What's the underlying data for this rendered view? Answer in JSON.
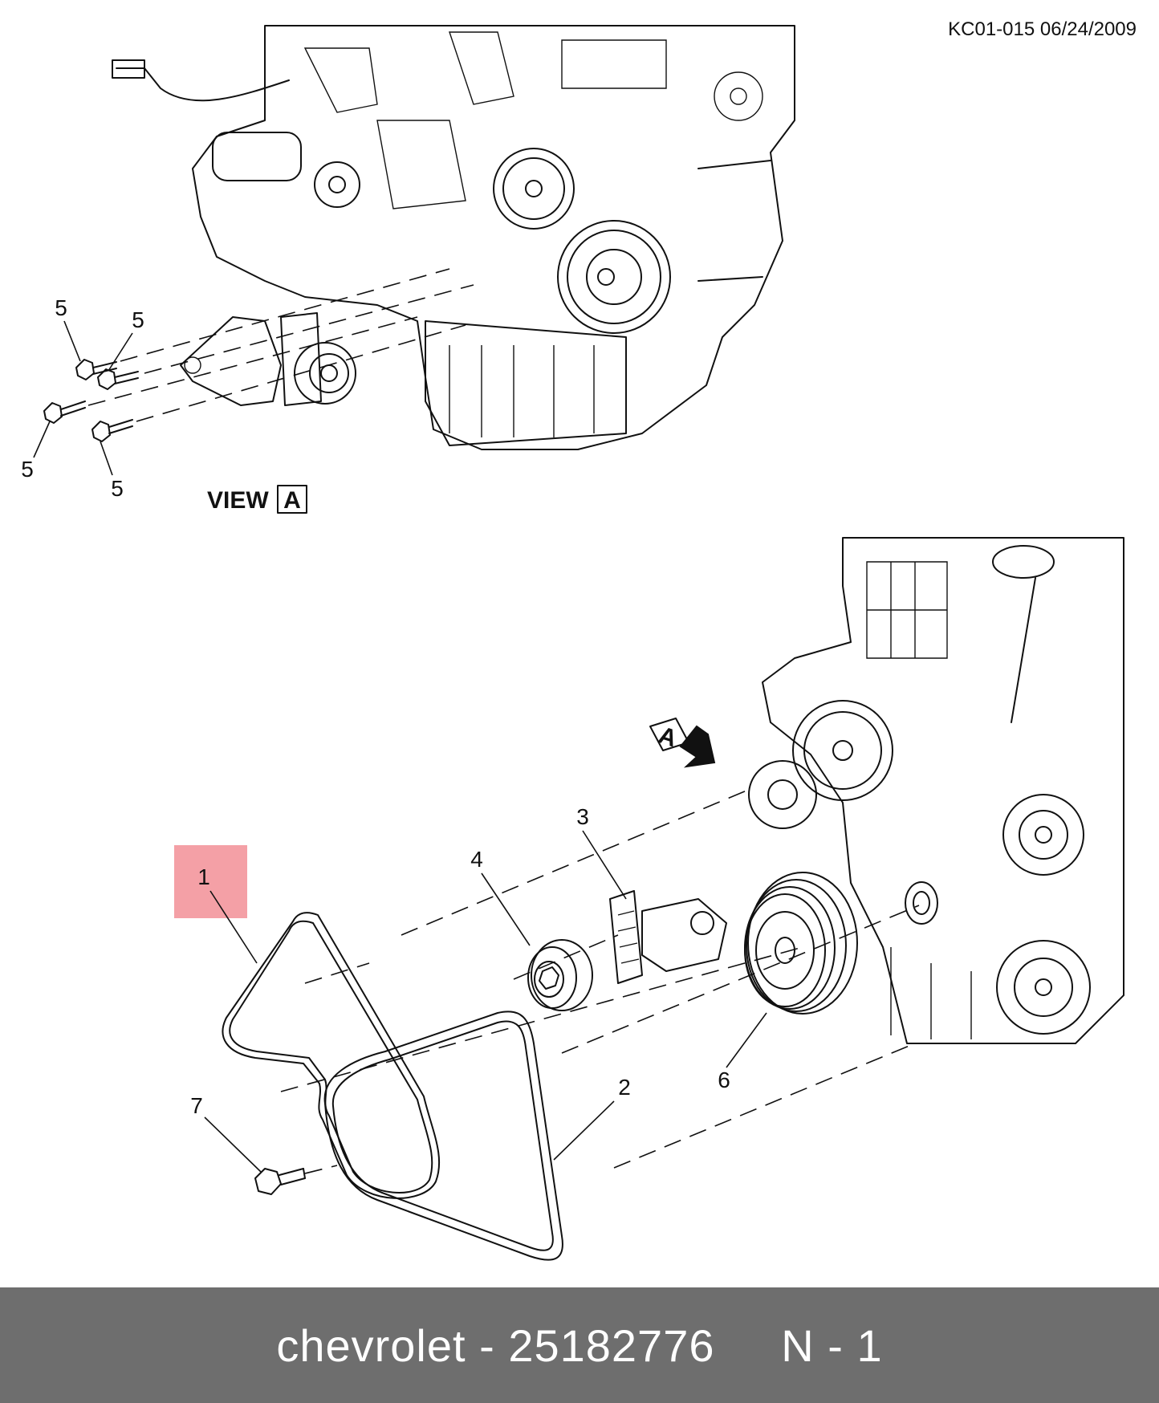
{
  "header": {
    "code": "KC01-015 06/24/2009"
  },
  "view_label": {
    "text": "VIEW",
    "letter": "A"
  },
  "view_arrow": {
    "letter": "A"
  },
  "callouts": {
    "c1": "1",
    "c2": "2",
    "c3": "3",
    "c4": "4",
    "c5a": "5",
    "c5b": "5",
    "c5c": "5",
    "c5d": "5",
    "c6": "6",
    "c7": "7"
  },
  "highlight": {
    "color": "#f4a0a6",
    "callout": "1"
  },
  "footer": {
    "text": "chevrolet - 25182776     N - 1",
    "background": "#6e6e6e"
  }
}
